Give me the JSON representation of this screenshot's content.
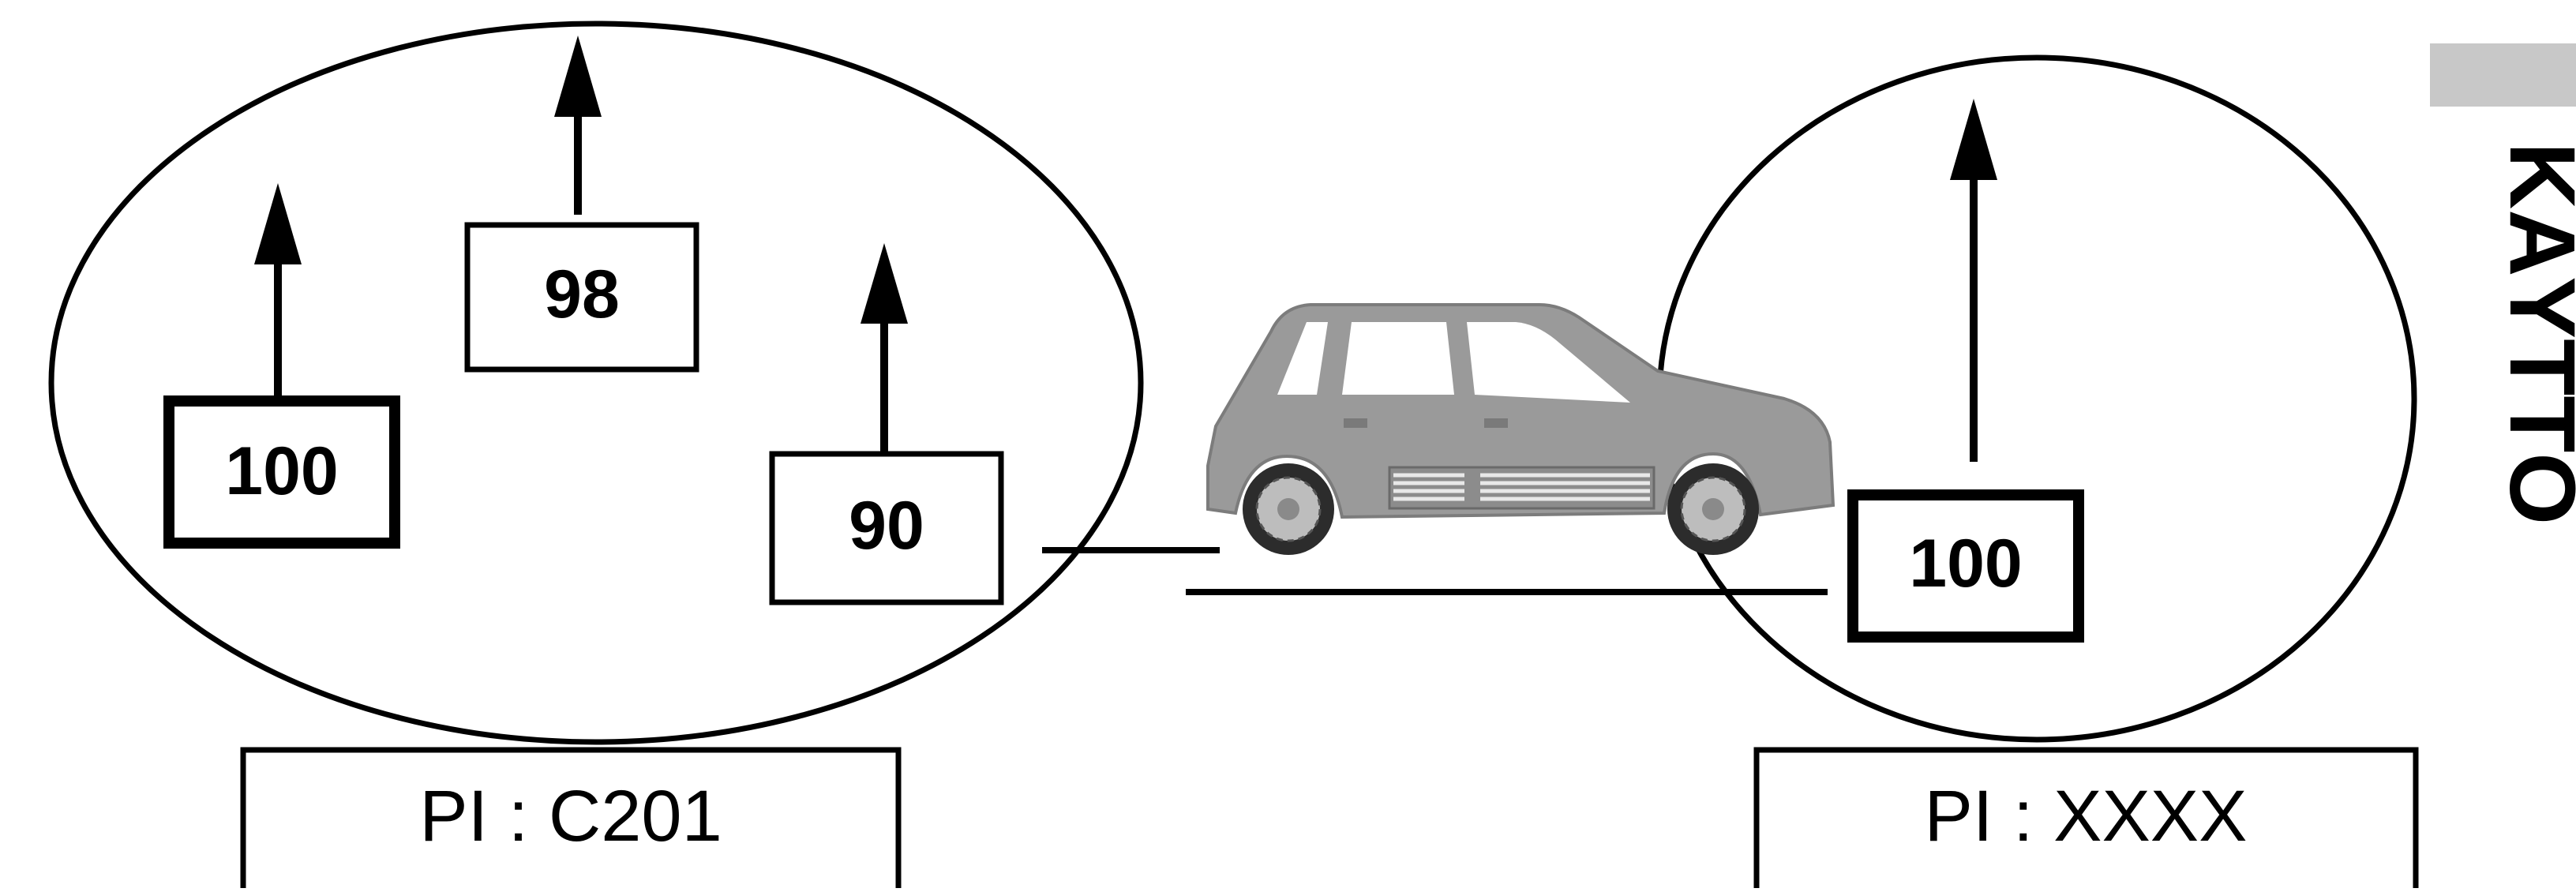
{
  "left_area": {
    "signal_strengths": [
      "100",
      "98",
      "90"
    ],
    "pi_code": "PI : C201"
  },
  "right_area": {
    "signal_strength": "100",
    "pi_code": "PI : XXXX"
  },
  "side_tab": {
    "label": "KÄYTTÖ",
    "color": "#c8c8c8"
  },
  "colors": {
    "car_body": "#9a9a9a",
    "line": "#000000"
  }
}
